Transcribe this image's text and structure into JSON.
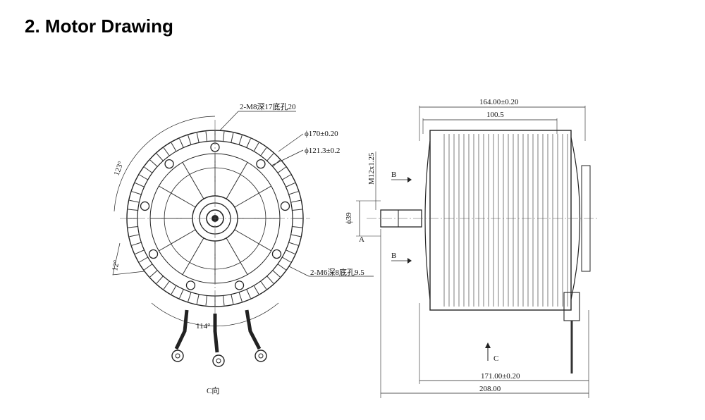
{
  "title": "2.  Motor Drawing",
  "front_view": {
    "callout_m8": "2-M8深17底孔20",
    "callout_d170": "ϕ170±0.20",
    "callout_d121": "ϕ121.3±0.2",
    "callout_m6": "2-M6深8底孔9.5",
    "angle_123": "123°",
    "angle_12": "12°",
    "angle_114": "114°",
    "view_label": "C向"
  },
  "side_view": {
    "dim_164": "164.00±0.20",
    "dim_100": "100.5",
    "dim_m12": "M12x1.25",
    "dim_d39": "ϕ39",
    "label_a": "A",
    "label_b_top": "B",
    "label_b_bottom": "B",
    "label_c": "C",
    "dim_171": "171.00±0.20",
    "dim_208": "208.00"
  }
}
